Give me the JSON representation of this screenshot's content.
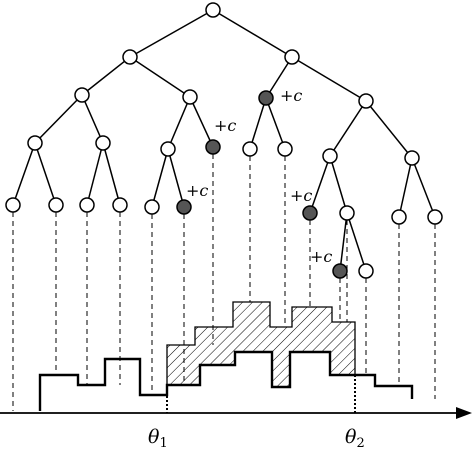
{
  "diagram": {
    "increment_label": "+c",
    "theta1_label": "θ",
    "theta1_sub": "1",
    "theta2_label": "θ",
    "theta2_sub": "2",
    "colors": {
      "stroke": "#000000",
      "open_node_fill": "#ffffff",
      "filled_node_fill": "#555555",
      "hatch": "#000000",
      "background": "#ffffff"
    },
    "filled_nodes": [
      "n_v2",
      "n_l2b",
      "n_l4c",
      "n_l3f",
      "n_l5b"
    ]
  }
}
